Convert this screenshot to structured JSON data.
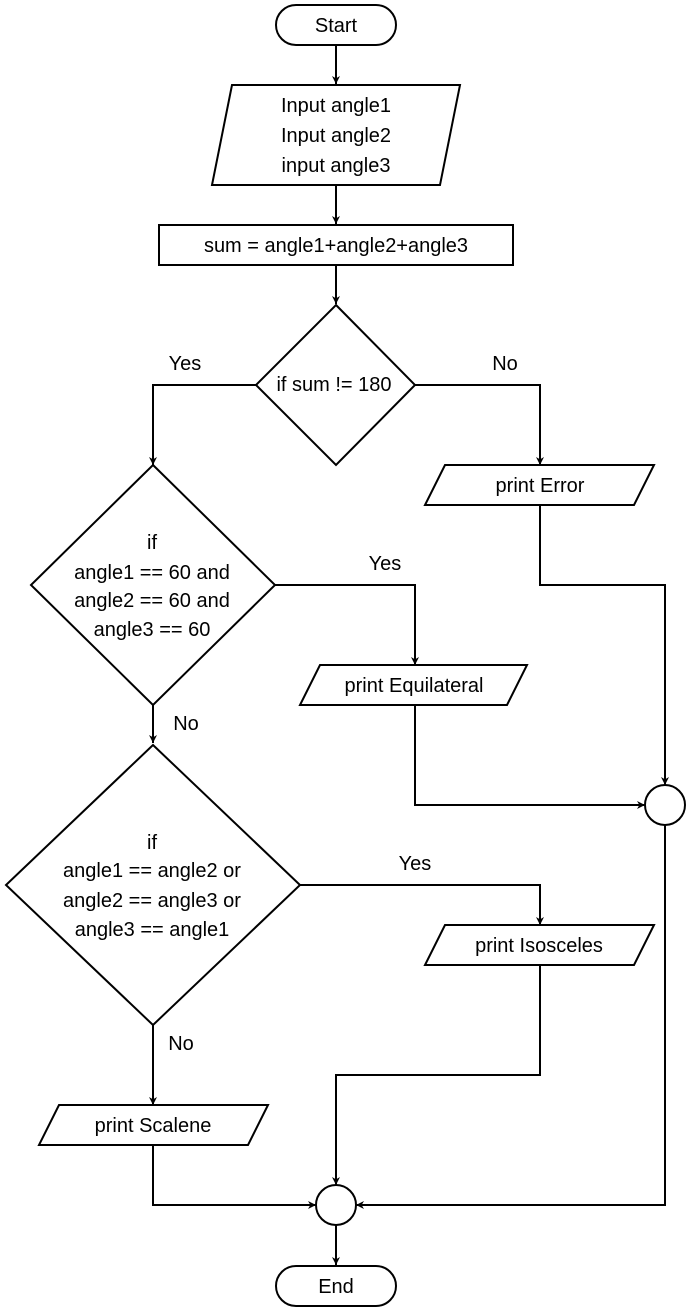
{
  "nodes": {
    "start": {
      "label": "Start"
    },
    "input": {
      "lines": [
        "Input angle1",
        "Input angle2",
        "input angle3"
      ]
    },
    "sum": {
      "label": "sum = angle1+angle2+angle3"
    },
    "check_sum": {
      "label": "if sum != 180"
    },
    "print_error": {
      "label": "print Error"
    },
    "check_equilateral": {
      "lines": [
        "if",
        "angle1 == 60 and",
        "angle2 == 60 and",
        "angle3 == 60"
      ]
    },
    "print_equilateral": {
      "label": "print Equilateral"
    },
    "check_isosceles": {
      "lines": [
        "if",
        "angle1 == angle2 or",
        "angle2 == angle3 or",
        "angle3 == angle1"
      ]
    },
    "print_isosceles": {
      "label": "print Isosceles"
    },
    "print_scalene": {
      "label": "print Scalene"
    },
    "end": {
      "label": "End"
    }
  },
  "edge_labels": {
    "sum_yes": "Yes",
    "sum_no": "No",
    "equilateral_yes": "Yes",
    "equilateral_no": "No",
    "isosceles_yes": "Yes",
    "isosceles_no": "No"
  }
}
